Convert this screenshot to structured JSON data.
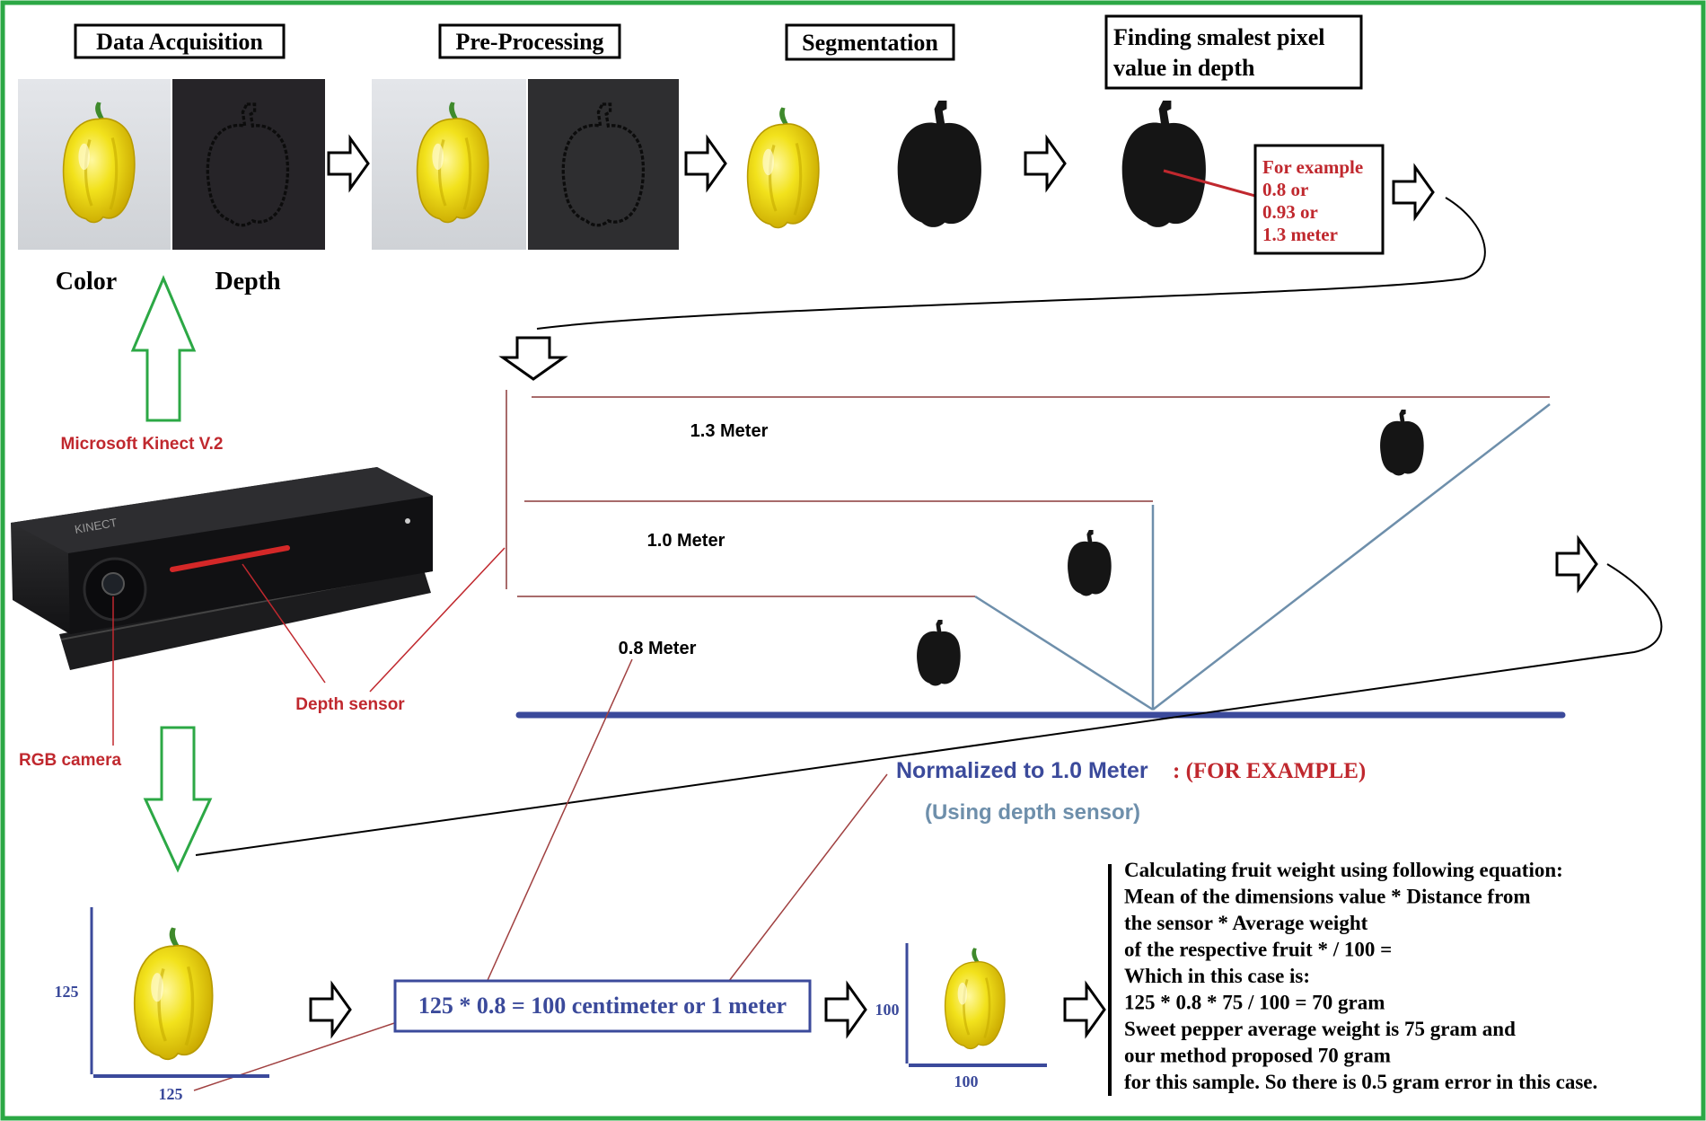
{
  "stages": {
    "acquisition": "Data Acquisition",
    "preprocessing": "Pre-Processing",
    "segmentation": "Segmentation",
    "finding_line1": "Finding smalest pixel",
    "finding_line2": "value in depth"
  },
  "channels": {
    "color": "Color",
    "depth": "Depth"
  },
  "example_box": {
    "line1": "For example",
    "line2": "0.8 or",
    "line3": "0.93 or",
    "line4": "1.3 meter"
  },
  "kinect": {
    "name": "Microsoft Kinect V.2",
    "depth_sensor": "Depth sensor",
    "rgb_camera": "RGB camera"
  },
  "distances": {
    "far": "1.3 Meter",
    "mid": "1.0 Meter",
    "near": "0.8 Meter"
  },
  "normalized": {
    "text": "Normalized to 1.0 Meter",
    "example": ": (FOR EXAMPLE)",
    "note": "(Using depth sensor)"
  },
  "dimensions": {
    "orig_h": "125",
    "orig_w": "125",
    "norm_h": "100",
    "norm_w": "100"
  },
  "formula": "125 * 0.8 = 100 centimeter or 1 meter",
  "equation_lines": [
    "Calculating fruit weight using following equation:",
    "Mean of the dimensions value * Distance from",
    " the sensor * Average weight",
    "of the respective fruit * / 100 =",
    "Which in this case is:",
    "125 * 0.8 * 75 / 100 = 70 gram",
    "Sweet pepper average weight is 75 gram and",
    " our method proposed 70 gram",
    "for this sample. So there is 0.5 gram error in this case."
  ],
  "colors": {
    "frame_green": "#2ca845",
    "red_label": "#c0282e",
    "blue_label": "#3b4a9b",
    "steel_blue": "#6e8fab",
    "pepper_yellow": "#f0e020",
    "mask_black": "#1a1a1a",
    "depth_bg": "#262428"
  }
}
